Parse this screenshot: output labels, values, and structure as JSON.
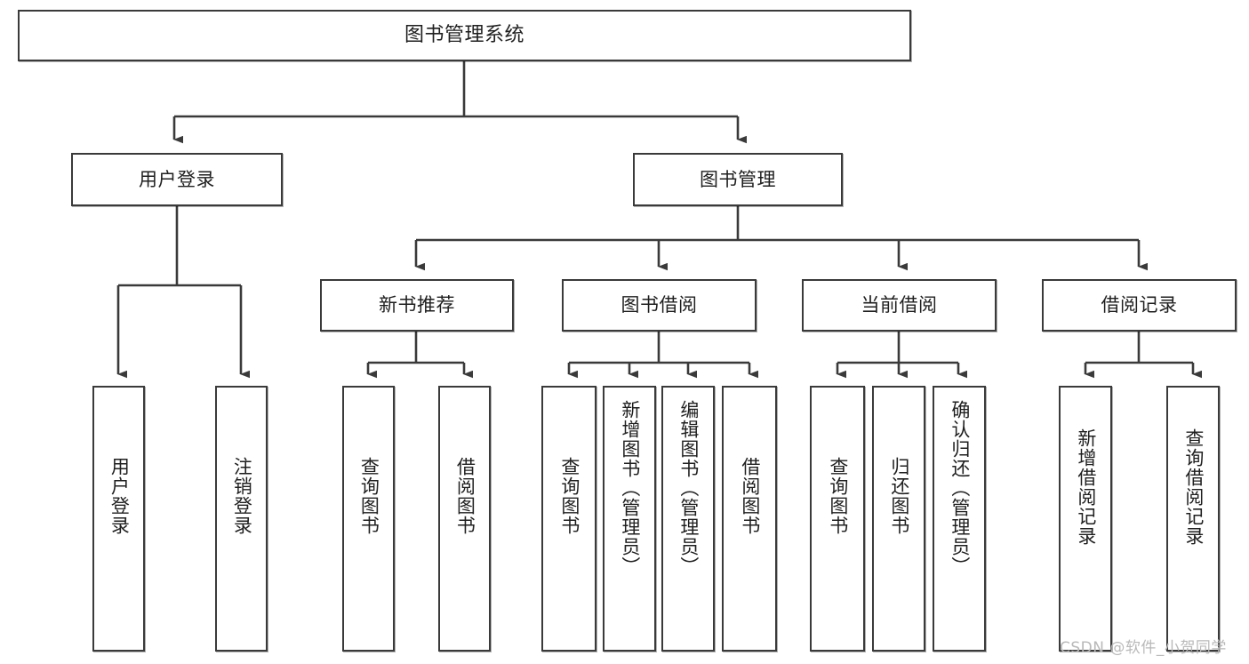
{
  "diagram": {
    "title": "图书管理系统",
    "type": "tree-hierarchy-chart",
    "orientation": "top-down",
    "colors": {
      "box_border": "#3a3a3a",
      "box_fill": "#ffffff",
      "connector": "#3a3a3a",
      "text": "#1f1f1f",
      "watermark": "#b9b9b9",
      "background": "#ffffff"
    },
    "watermark": "CSDN @软件_小贺同学",
    "root": {
      "label": "图书管理系统"
    },
    "level2": [
      {
        "label": "用户登录"
      },
      {
        "label": "图书管理"
      }
    ],
    "level3": [
      {
        "label": "新书推荐"
      },
      {
        "label": "图书借阅"
      },
      {
        "label": "当前借阅"
      },
      {
        "label": "借阅记录"
      }
    ],
    "leaves": {
      "user_login": [
        {
          "label": "用户登录"
        },
        {
          "label": "注销登录"
        }
      ],
      "new_book": [
        {
          "label": "查询图书"
        },
        {
          "label": "借阅图书"
        }
      ],
      "book_borrow": [
        {
          "label": "查询图书"
        },
        {
          "label": "新增图书（管理员）"
        },
        {
          "label": "编辑图书（管理员）"
        },
        {
          "label": "借阅图书"
        }
      ],
      "current_borrow": [
        {
          "label": "查询图书"
        },
        {
          "label": "归还图书"
        },
        {
          "label": "确认归还（管理员）"
        }
      ],
      "borrow_record": [
        {
          "label": "新增借阅记录"
        },
        {
          "label": "查询借阅记录"
        }
      ]
    }
  }
}
